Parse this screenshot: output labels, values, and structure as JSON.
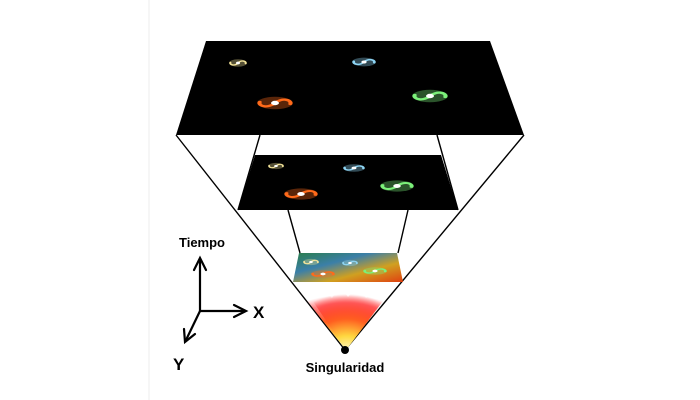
{
  "labels": {
    "time_axis": "Tiempo",
    "x_axis": "X",
    "y_axis": "Y",
    "singularity": "Singularidad"
  },
  "colors": {
    "background": "#ffffff",
    "layer_fill": "#000000",
    "outline": "#000000",
    "galaxy_yellow": "#f4e49a",
    "galaxy_blue": "#8fd6f5",
    "galaxy_red": "#ff6a1a",
    "galaxy_green": "#7cf07a"
  },
  "layers": [
    {
      "name": "present-universe",
      "galaxies": [
        {
          "color": "yellow",
          "icon": "galaxy-spiral-icon"
        },
        {
          "color": "blue",
          "icon": "galaxy-spiral-icon"
        },
        {
          "color": "red",
          "icon": "galaxy-spiral-icon"
        },
        {
          "color": "green",
          "icon": "galaxy-spiral-icon"
        }
      ]
    },
    {
      "name": "earlier-universe",
      "galaxies": [
        {
          "color": "yellow",
          "icon": "galaxy-spiral-icon"
        },
        {
          "color": "blue",
          "icon": "galaxy-spiral-icon"
        },
        {
          "color": "red",
          "icon": "galaxy-spiral-icon"
        },
        {
          "color": "green",
          "icon": "galaxy-spiral-icon"
        }
      ]
    },
    {
      "name": "early-hot-universe",
      "galaxies": [
        {
          "color": "yellow",
          "icon": "galaxy-spiral-icon"
        },
        {
          "color": "blue",
          "icon": "galaxy-spiral-icon"
        },
        {
          "color": "red",
          "icon": "galaxy-spiral-icon"
        },
        {
          "color": "green",
          "icon": "galaxy-spiral-icon"
        }
      ]
    }
  ]
}
